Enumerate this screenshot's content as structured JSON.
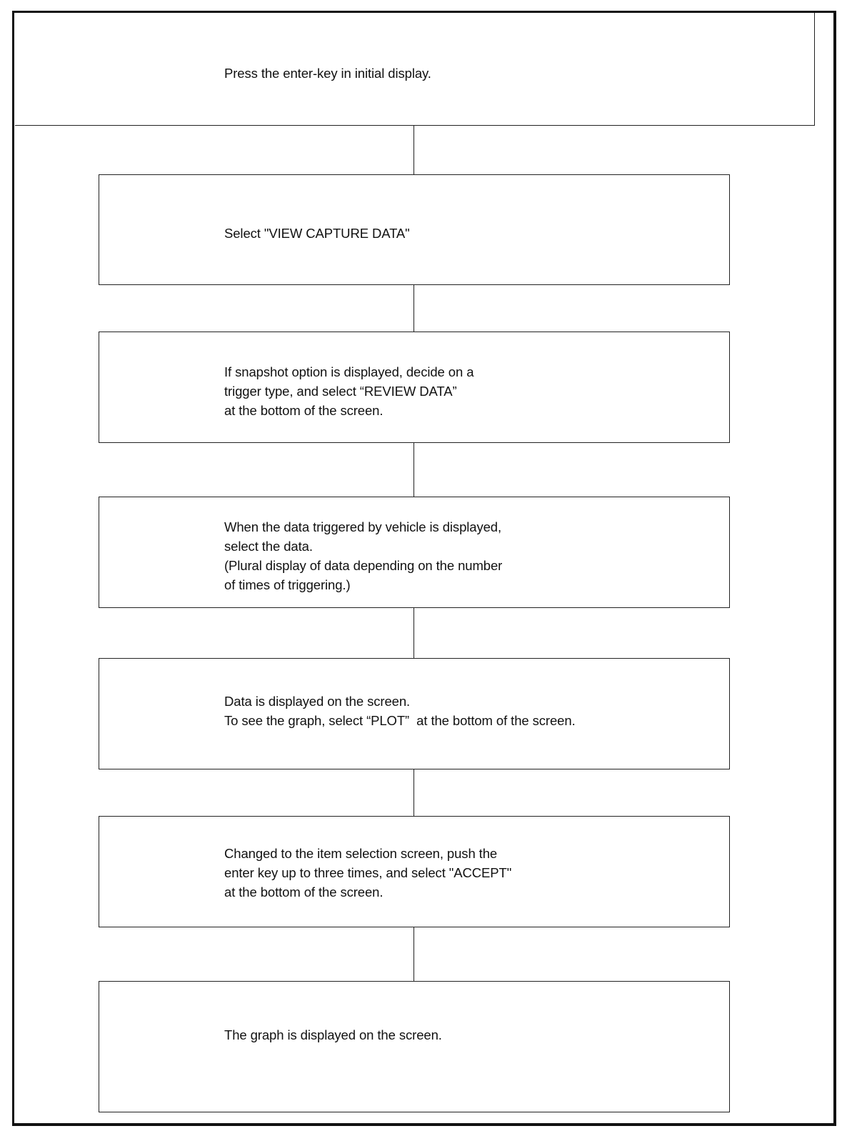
{
  "steps": [
    {
      "text": "Press the enter-key in initial display."
    },
    {
      "text": "Select \"VIEW CAPTURE DATA\""
    },
    {
      "text": "If snapshot option is displayed, decide on a\ntrigger type, and select “REVIEW DATA”\nat the bottom of the screen."
    },
    {
      "text": "When the data triggered by vehicle is displayed,\nselect the data.\n(Plural display of data depending on the number\nof times of triggering.)"
    },
    {
      "text": "Data is displayed on the screen.\nTo see the graph, select “PLOT”  at the bottom of the screen."
    },
    {
      "text": "Changed to the item selection screen, push the\nenter key up to three times, and select \"ACCEPT\"\nat the bottom of the screen."
    },
    {
      "text": "The graph is displayed on the screen."
    }
  ]
}
